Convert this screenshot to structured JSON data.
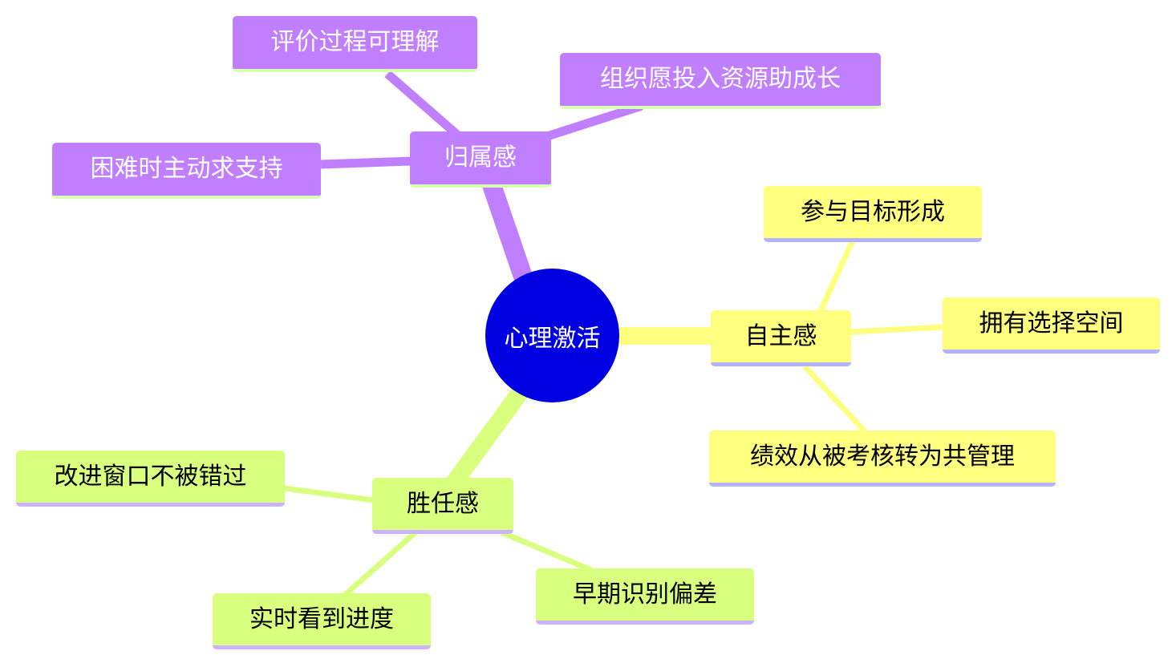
{
  "diagram": {
    "root": {
      "label": "心理激活"
    },
    "branches": [
      {
        "label": "归属感",
        "color": "#bf7fff",
        "children": [
          "评价过程可理解",
          "组织愿投入资源助成长",
          "困难时主动求支持"
        ]
      },
      {
        "label": "自主感",
        "color": "#ffff7f",
        "children": [
          "参与目标形成",
          "拥有选择空间",
          "绩效从被考核转为共管理"
        ]
      },
      {
        "label": "胜任感",
        "color": "#d9ff7f",
        "children": [
          "改进窗口不被错过",
          "早期识别偏差",
          "实时看到进度"
        ]
      }
    ]
  }
}
